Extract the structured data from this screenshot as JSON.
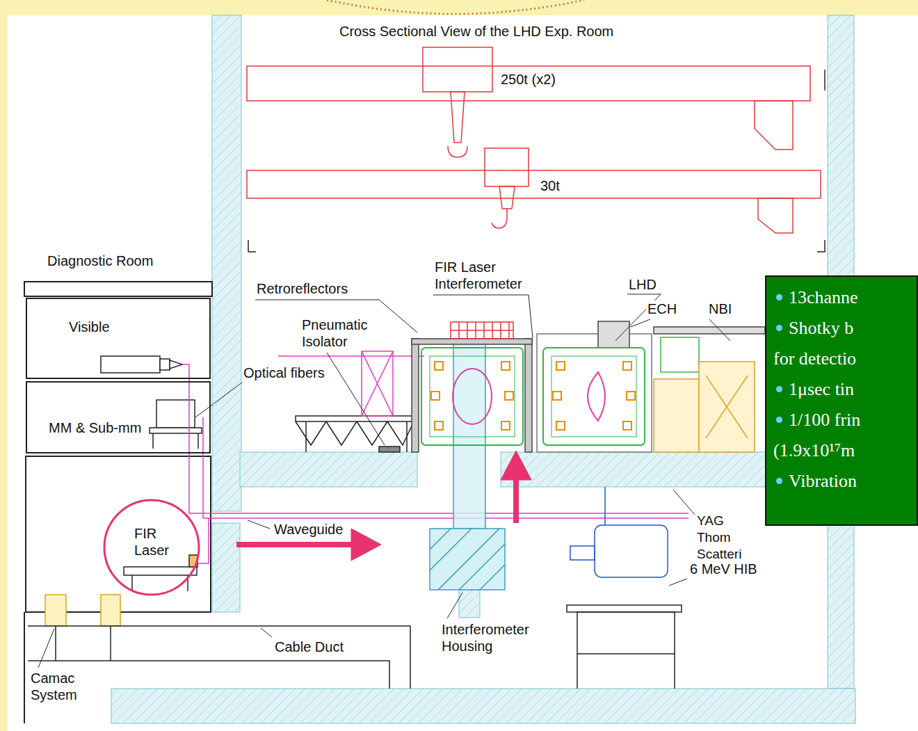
{
  "diagram": {
    "title": "Cross Sectional View of the LHD Exp. Room",
    "nodes": [
      {
        "text": [
          "Diagnostic Room"
        ]
      },
      {
        "text": [
          "Visible"
        ],
        "in": 0
      },
      {
        "text": [
          "MM & Sub-mm"
        ],
        "in": 0
      },
      {
        "text": [
          "FIR Laser"
        ],
        "in": 0
      },
      {
        "text": [
          "13channe",
          "Shotky b for detectio",
          "1μsec tin",
          "1/100 frin (1.9x10¹⁷m",
          "Vibration"
        ]
      }
    ],
    "labels": [
      "250t (x2)",
      "30t",
      "Optical fibers",
      "Retroreflectors",
      "Pneumatic Isolator",
      "FIR Laser Interferometer",
      "LHD",
      "ECH",
      "NBI",
      "Waveguide",
      "YAG Thom Scatteri",
      "6 MeV HIB",
      "Interferometer Housing",
      "Cable Duct",
      "Camac System"
    ]
  }
}
